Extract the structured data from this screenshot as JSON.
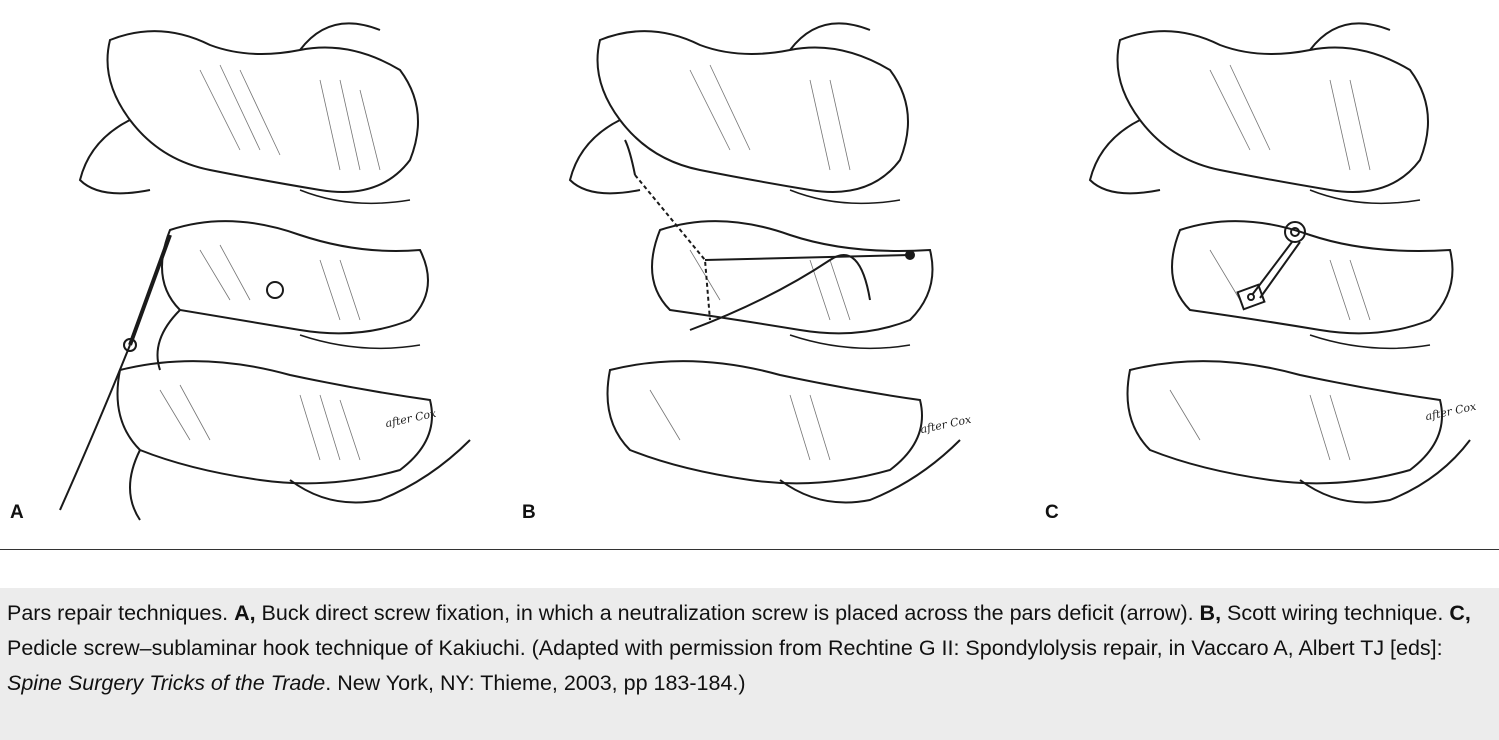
{
  "figure": {
    "panels": [
      {
        "label": "A",
        "signature": "after Cox",
        "icon": "spine-screw-fixation-illustration"
      },
      {
        "label": "B",
        "signature": "after Cox",
        "icon": "spine-wiring-illustration"
      },
      {
        "label": "C",
        "signature": "after Cox",
        "icon": "spine-screw-hook-illustration"
      }
    ]
  },
  "caption": {
    "intro": "Pars repair techniques. ",
    "a_label": "A,",
    "a_text": " Buck direct screw fixation, in which a neutralization screw is placed across the pars deficit (arrow). ",
    "b_label": "B,",
    "b_text": " Scott wiring technique. ",
    "c_label": "C,",
    "c_text": " Pedicle screw–sublaminar hook technique of Kakiuchi. (Adapted with permission from Rechtine G II: Spondylolysis repair, in Vaccaro A, Albert TJ [eds]: ",
    "book_title": "Spine Surgery Tricks of the Trade",
    "end_text": ". New York, NY: Thieme, 2003, pp 183-184.)"
  },
  "colors": {
    "caption_background": "#ececec",
    "rule": "#333333",
    "line_art": "#1a1a1a"
  }
}
